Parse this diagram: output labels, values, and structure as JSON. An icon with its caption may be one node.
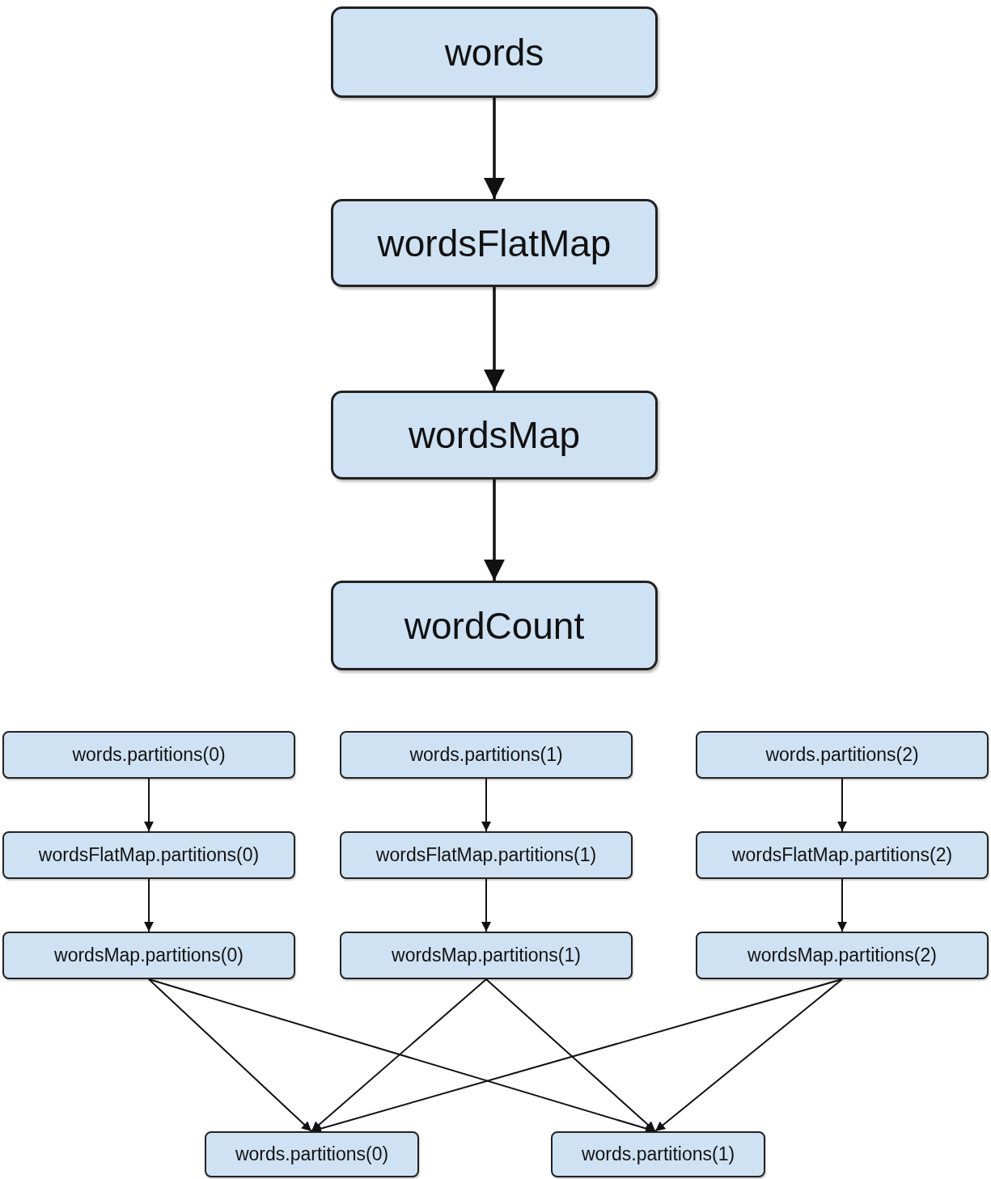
{
  "diagram": {
    "nodes": [
      {
        "text": [
          "words"
        ]
      },
      {
        "text": [
          "wordsFlatMap"
        ]
      },
      {
        "text": [
          "wordsMap"
        ]
      },
      {
        "text": [
          "wordCount"
        ]
      },
      {
        "text": [
          "words.partitions(0)"
        ]
      },
      {
        "text": [
          "words.partitions(1)"
        ]
      },
      {
        "text": [
          "words.partitions(2)"
        ]
      },
      {
        "text": [
          "wordsFlatMap.partitions(0)"
        ]
      },
      {
        "text": [
          "wordsFlatMap.partitions(1)"
        ]
      },
      {
        "text": [
          "wordsFlatMap.partitions(2)"
        ]
      },
      {
        "text": [
          "wordsMap.partitions(0)"
        ]
      },
      {
        "text": [
          "wordsMap.partitions(1)"
        ]
      },
      {
        "text": [
          "wordsMap.partitions(2)"
        ]
      },
      {
        "text": [
          "words.partitions(0)"
        ]
      },
      {
        "text": [
          "words.partitions(1)"
        ]
      }
    ],
    "edges": [
      {
        "from": 0,
        "to": 1,
        "arrow": "to"
      },
      {
        "from": 1,
        "to": 2,
        "arrow": "to"
      },
      {
        "from": 2,
        "to": 3,
        "arrow": "to"
      },
      {
        "from": 4,
        "to": 7,
        "arrow": "to"
      },
      {
        "from": 7,
        "to": 10,
        "arrow": "to"
      },
      {
        "from": 5,
        "to": 8,
        "arrow": "to"
      },
      {
        "from": 8,
        "to": 11,
        "arrow": "to"
      },
      {
        "from": 6,
        "to": 9,
        "arrow": "to"
      },
      {
        "from": 9,
        "to": 12,
        "arrow": "to"
      },
      {
        "from": 10,
        "to": 13,
        "arrow": "to"
      },
      {
        "from": 10,
        "to": 14,
        "arrow": "to"
      },
      {
        "from": 11,
        "to": 13,
        "arrow": "to"
      },
      {
        "from": 11,
        "to": 14,
        "arrow": "to"
      },
      {
        "from": 12,
        "to": 13,
        "arrow": "to"
      },
      {
        "from": 12,
        "to": 14,
        "arrow": "to"
      }
    ]
  }
}
